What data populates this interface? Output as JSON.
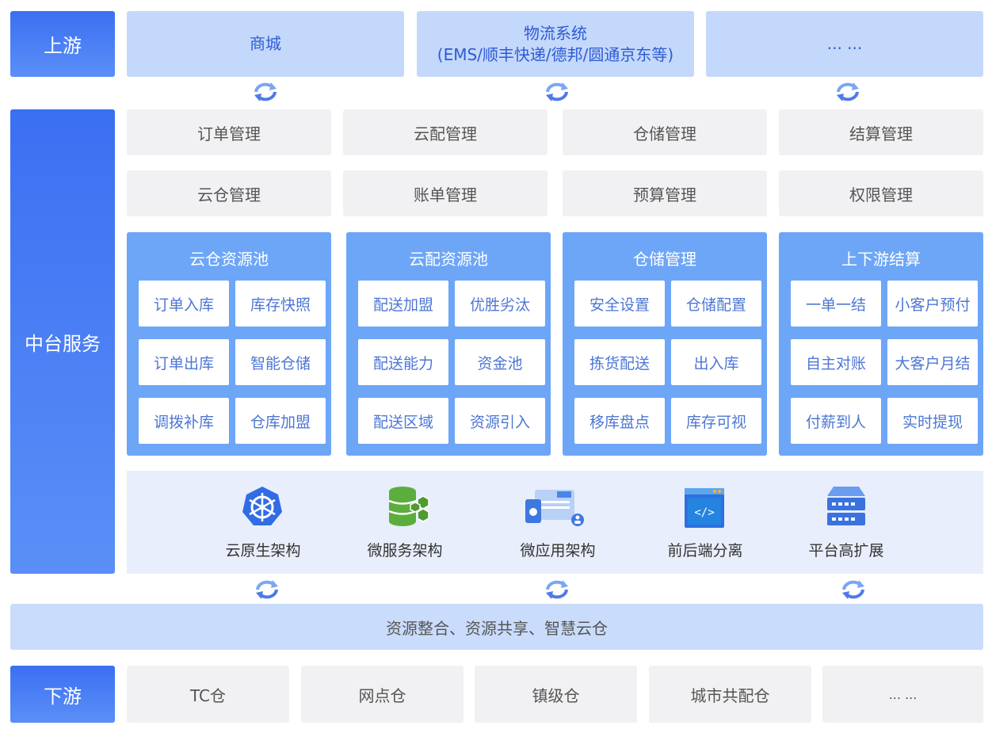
{
  "layers": {
    "upstream": "上游",
    "middle": "中台服务",
    "downstream": "下游"
  },
  "upstream_items": [
    {
      "line1": "商城",
      "line2": ""
    },
    {
      "line1": "物流系统",
      "line2": "(EMS/顺丰快递/德邦/圆通京东等)"
    },
    {
      "line1": "... ...",
      "line2": ""
    }
  ],
  "management_row1": [
    "订单管理",
    "云配管理",
    "仓储管理",
    "结算管理"
  ],
  "management_row2": [
    "云仓管理",
    "账单管理",
    "预算管理",
    "权限管理"
  ],
  "pools": [
    {
      "title": "云仓资源池",
      "items": [
        "订单入库",
        "库存快照",
        "订单出库",
        "智能仓储",
        "调拨补库",
        "仓库加盟"
      ]
    },
    {
      "title": "云配资源池",
      "items": [
        "配送加盟",
        "优胜劣汰",
        "配送能力",
        "资金池",
        "配送区域",
        "资源引入"
      ]
    },
    {
      "title": "仓储管理",
      "items": [
        "安全设置",
        "仓储配置",
        "拣货配送",
        "出入库",
        "移库盘点",
        "库存可视"
      ]
    },
    {
      "title": "上下游结算",
      "items": [
        "一单一结",
        "小客户预付",
        "自主对账",
        "大客户月结",
        "付薪到人",
        "实时提现"
      ]
    }
  ],
  "tech": [
    {
      "label": "云原生架构",
      "icon": "kubernetes-icon"
    },
    {
      "label": "微服务架构",
      "icon": "database-network-icon"
    },
    {
      "label": "微应用架构",
      "icon": "app-window-icon"
    },
    {
      "label": "前后端分离",
      "icon": "code-window-icon"
    },
    {
      "label": "平台高扩展",
      "icon": "server-rack-icon"
    }
  ],
  "resource_band": "资源整合、资源共享、智慧云仓",
  "downstream_items": [
    "TC仓",
    "网点仓",
    "镇级仓",
    "城市共配仓",
    "... ..."
  ],
  "colors": {
    "side_blue": "#3b6ff2",
    "upstream_fill": "#c4d8fb",
    "pool_blue": "#6da6f7",
    "cell_text": "#4d76d4",
    "gray_fill": "#f1f1f3"
  }
}
